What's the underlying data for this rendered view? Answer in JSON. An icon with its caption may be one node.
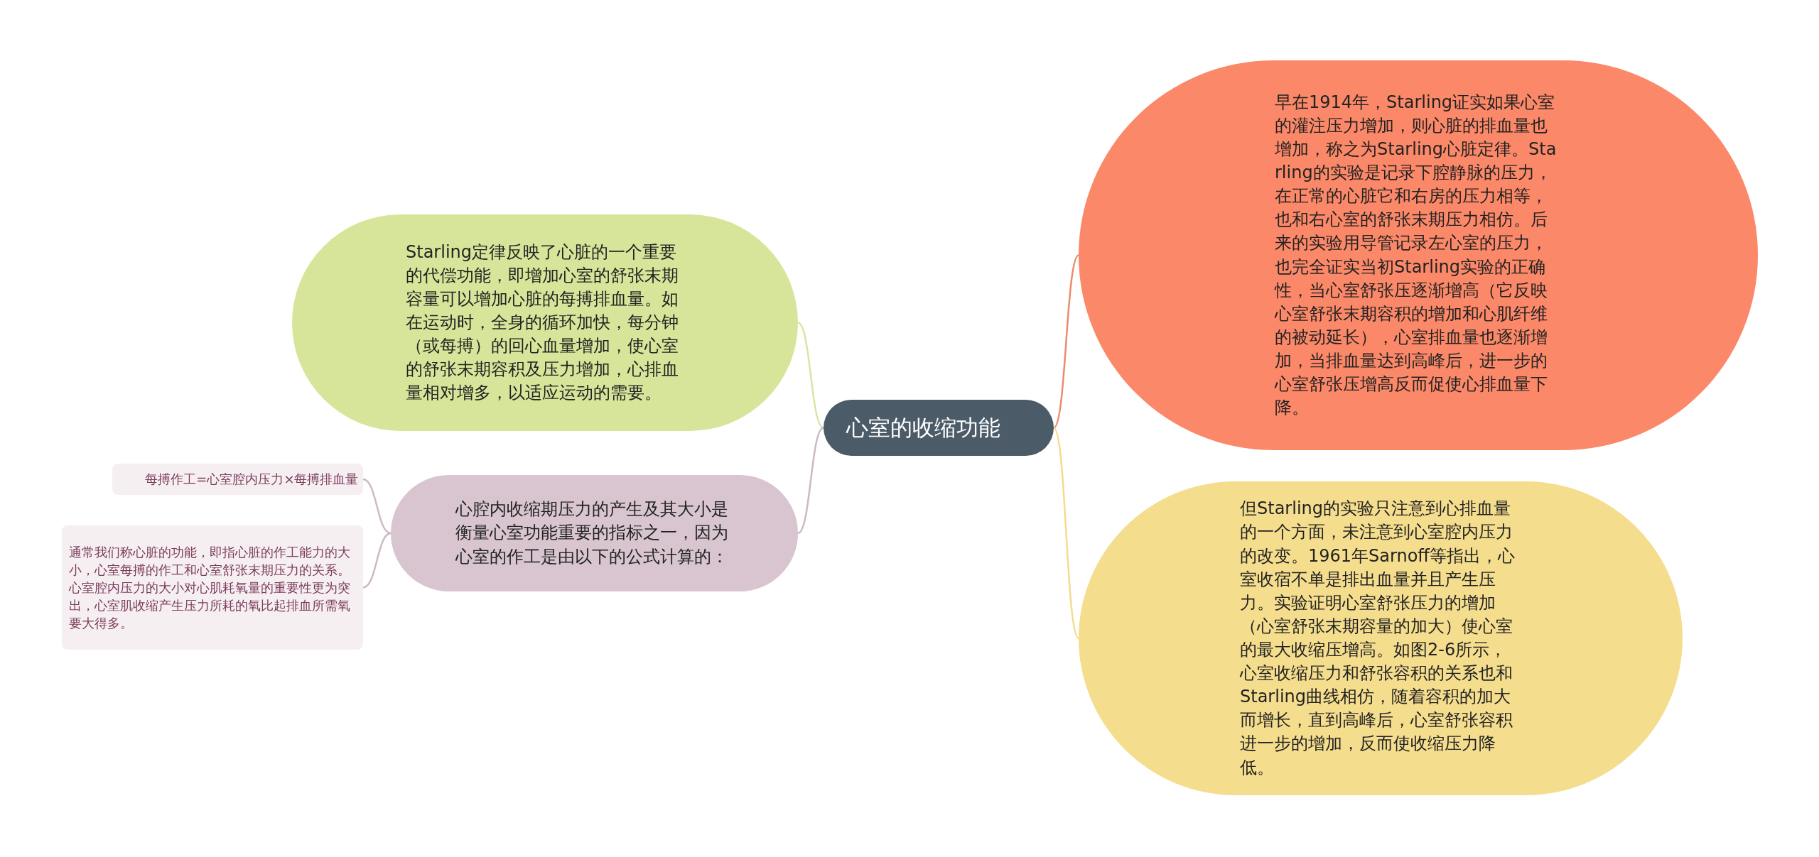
{
  "diagram": {
    "nodes": [
      {
        "text": [
          "心室的收缩功能"
        ]
      },
      {
        "text": [
          "Starling定律反映了心脏的一个重要的代偿功能，即增加心室的舒张末期容量可以增加心脏的每搏排血量。如在运动时，全身的循环加快，每分钟（或每搏）的回心血量增加，使心室的舒张末期容积及压力增加，心排血量相对增多，以适应运动的需要。"
        ]
      },
      {
        "text": [
          "心腔内收缩期压力的产生及其大小是衡量心室功能重要的指标之一，因为心室的作工是由以下的公式计算的："
        ]
      },
      {
        "text": [
          "每搏作工=心室腔内压力×每搏排血量"
        ]
      },
      {
        "text": [
          "通常我们称心脏的功能，即指心脏的作工能力的大小，心室每搏的作工和心室舒张末期压力的关系。心室腔内压力的大小对心肌耗氧量的重要性更为突出，心室肌收缩产生压力所耗的氧比起排血所需氧要大得多。"
        ]
      },
      {
        "text": [
          "早在1914年，Starling证实如果心室的灌注压力增加，则心脏的排血量也增加，称之为Starling心脏定律。Starling的实验是记录下腔静脉的压力，在正常的心脏它和右房的压力相等，也和右心室的舒张末期压力相仿。后来的实验用导管记录左心室的压力，也完全证实当初Starling实验的正确性，当心室舒张压逐渐增高（它反映心室舒张末期容积的增加和心肌纤维的被动延长），心室排血量也逐渐增加，当排血量达到高峰后，进一步的心室舒张压增高反而促使心排血量下降。"
        ]
      },
      {
        "text": [
          "但Starling的实验只注意到心排血量的一个方面，未注意到心室腔内压力的改变。1961年Sarnoff等指出，心室收宿不单是排出血量并且产生压力。实验证明心室舒张压力的增加（心室舒张末期容量的加大）使心室的最大收缩压增高。如图2-6所示，心室收缩压力和舒张容积的关系也和Starling曲线相仿，随着容积的加大而增长，直到高峰后，心室舒张容积进一步的增加，反而使收缩压力降低。"
        ]
      }
    ],
    "edges": [
      {
        "from": 0,
        "to": 1,
        "arrow": "none",
        "color": "#d9e6a0"
      },
      {
        "from": 0,
        "to": 2,
        "arrow": "none"
      },
      {
        "from": 2,
        "to": 3,
        "arrow": "none"
      },
      {
        "from": 2,
        "to": 4,
        "arrow": "none"
      },
      {
        "from": 0,
        "to": 5,
        "arrow": "none",
        "color": "#ef8a6c"
      },
      {
        "from": 0,
        "to": 6,
        "arrow": "none",
        "color": "#f3dc8c"
      }
    ]
  }
}
